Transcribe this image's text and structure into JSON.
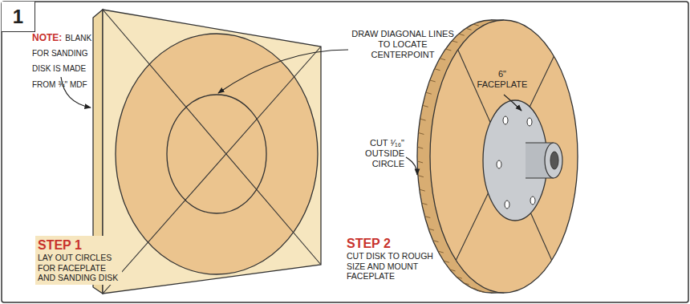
{
  "diagram": {
    "nodes": [
      {
        "text": [
          "1"
        ]
      }
    ],
    "labels": [
      "NOTE:",
      "BLANK FOR SANDING DISK IS MADE FROM ¾\" MDF",
      "DRAW DIAGONAL LINES TO LOCATE CENTERPOINT",
      "6\" FACEPLATE",
      "CUT ¹⁄₁₆\" OUTSIDE CIRCLE",
      "STEP 1",
      "LAY OUT CIRCLES FOR FACEPLATE AND SANDING DISK",
      "STEP 2",
      "CUT DISK TO ROUGH SIZE AND MOUNT FACEPLATE"
    ]
  }
}
